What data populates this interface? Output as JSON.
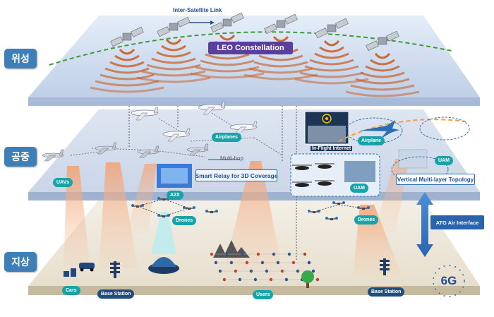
{
  "layers": {
    "satellite": "위성",
    "aerial": "공중",
    "ground": "지상"
  },
  "labels": {
    "inter_satellite_link": "Inter-Satellite Link",
    "leo_constellation": "LEO Constellation",
    "airplanes": "Airplanes",
    "in_flight_internet": "In-Flight Internet",
    "airplane": "Airplane",
    "uam_top": "UAM",
    "uam_group": "UAM",
    "uavs": "UAVs",
    "multi_hop": "Multi-hop",
    "smart_relay": "Smart Relay for 3D Coverage",
    "a2x": "A2X",
    "drones_left": "Drones",
    "drones_right": "Drones",
    "vertical_topology": "Vertical Multi-layer Topology",
    "atg_air_interface": "ATG Air Interface",
    "cars": "Cars",
    "base_station_left": "Base Station",
    "users": "Users",
    "base_station_right": "Base Station",
    "six_g": "6G"
  },
  "colors": {
    "tier_button": "#3f7fb8",
    "accent_teal": "#18a3a8",
    "leo_purple": "#5b3f9e",
    "beam_orange": "#e07b33",
    "isl_green": "#3f9a3a",
    "sky_blue": "#2a6fb6"
  },
  "icons": [
    "satellite-icon",
    "airplane-icon",
    "uav-icon",
    "drone-icon",
    "base-station-icon",
    "car-icon",
    "user-icon",
    "tree-icon",
    "city-icon",
    "6g-logo-icon"
  ]
}
